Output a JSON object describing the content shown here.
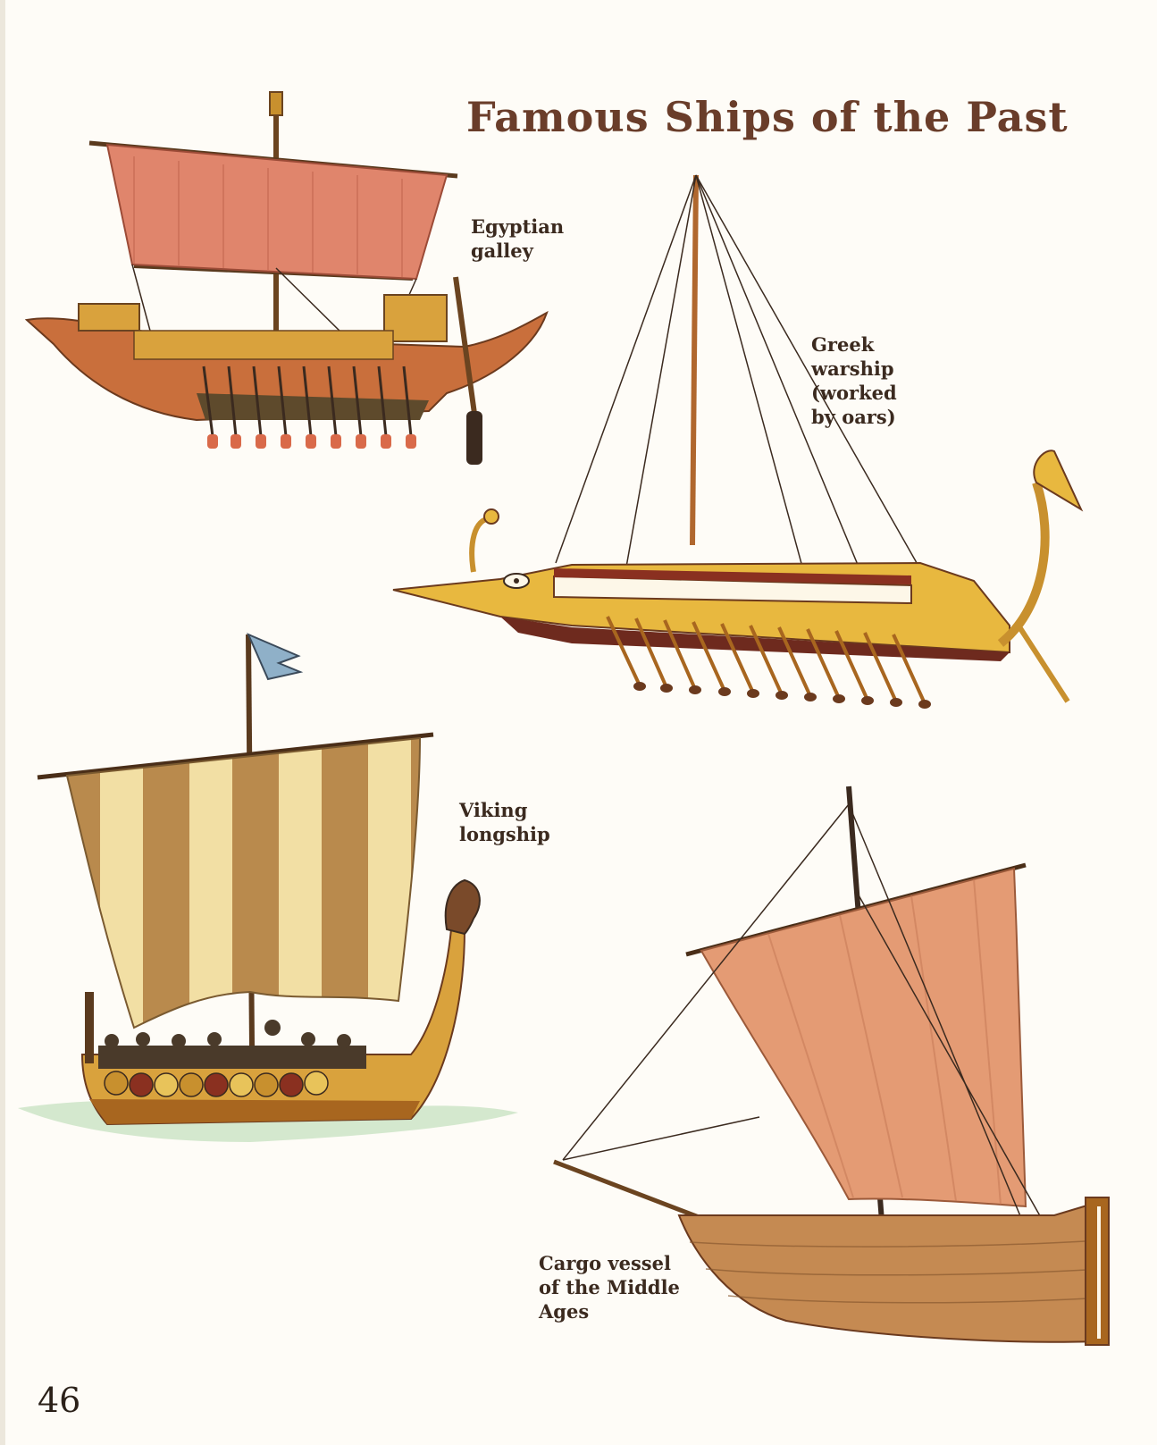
{
  "title": "Famous Ships of the Past",
  "ships": [
    {
      "id": "egyptian",
      "caption_lines": [
        "Egyptian",
        "galley"
      ]
    },
    {
      "id": "greek",
      "caption_lines": [
        "Greek",
        "warship",
        "(worked",
        "by oars)"
      ]
    },
    {
      "id": "viking",
      "caption_lines": [
        "Viking",
        "longship"
      ]
    },
    {
      "id": "cargo",
      "caption_lines": [
        "Cargo vessel",
        "of the Middle",
        "Ages"
      ]
    }
  ],
  "page_number": "46",
  "colors": {
    "title": "#6a3d2a",
    "sail_red": "#e0856c",
    "hull_gold": "#d9a23d",
    "hull_brown": "#7a4a2a",
    "sail_stripe_brown": "#b98a4d",
    "sail_stripe_cream": "#f2dfa4",
    "water": "#cfe6c9"
  }
}
